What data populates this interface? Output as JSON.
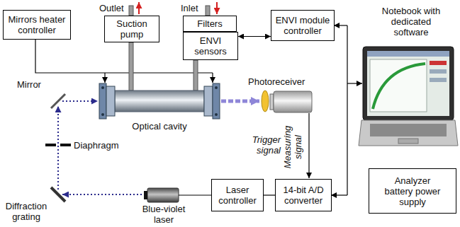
{
  "diagram": {
    "nodes": [
      {
        "text": [
          "Mirrors heater controller"
        ]
      },
      {
        "text": [
          "Suction pump"
        ]
      },
      {
        "text": [
          "Filters"
        ]
      },
      {
        "text": [
          "ENVI sensors"
        ]
      },
      {
        "text": [
          "ENVI module controller"
        ]
      },
      {
        "text": [
          "Laser controller"
        ]
      },
      {
        "text": [
          "14-bit A/D converter"
        ]
      },
      {
        "text": [
          "Analyzer battery power supply"
        ]
      }
    ],
    "edges": [
      {
        "from": 3,
        "to": 4,
        "arrow": "both"
      },
      {
        "from": 5,
        "to": 6,
        "arrow": "none"
      }
    ],
    "labels": [
      "Outlet",
      "Inlet",
      "Notebook with dedicated software",
      "Mirror",
      "Optical cavity",
      "Photoreceiver",
      "Diaphragm",
      "Trigger signal",
      "Measuring signal",
      "Diffraction grating",
      "Blue-violet laser"
    ]
  }
}
